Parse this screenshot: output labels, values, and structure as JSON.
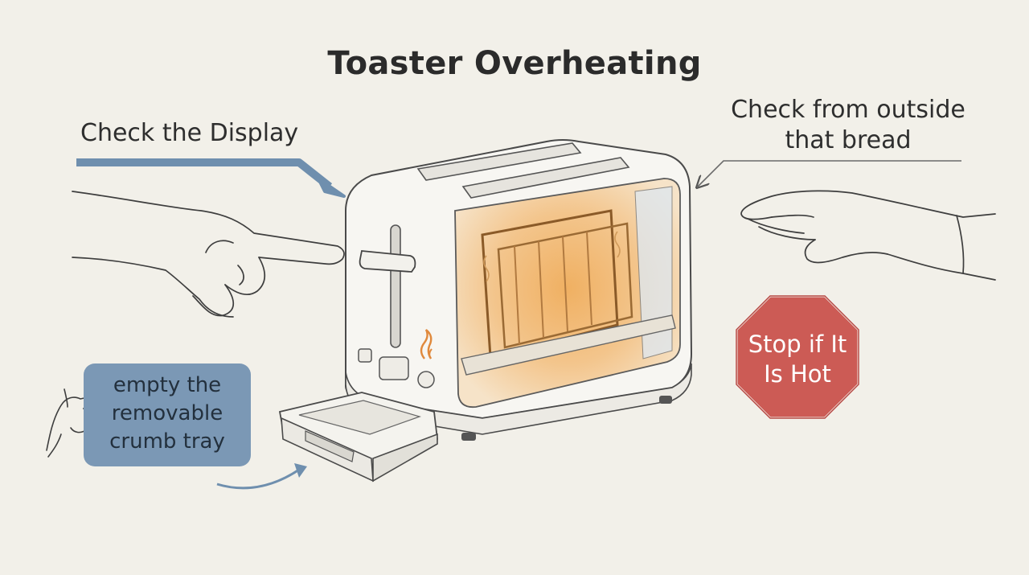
{
  "title": "Toaster Overheating",
  "labels": {
    "check_display": "Check the Display",
    "check_outside_line1": "Check from outside",
    "check_outside_line2": "that bread",
    "crumb_line1": "empty the",
    "crumb_line2": "removable",
    "crumb_line3": "crumb tray",
    "stop_line1": "Stop if It",
    "stop_line2": "Is Hot"
  },
  "colors": {
    "background": "#f2f0e9",
    "arrow_blue": "#6f8fae",
    "note_box": "#7b98b5",
    "stop_sign": "#cc5b55",
    "heat_glow": "#f0b062"
  },
  "icons": [
    "pointing-hand-icon",
    "flat-hand-icon",
    "small-pointing-hand-icon",
    "flame-icon",
    "stop-sign-icon"
  ]
}
